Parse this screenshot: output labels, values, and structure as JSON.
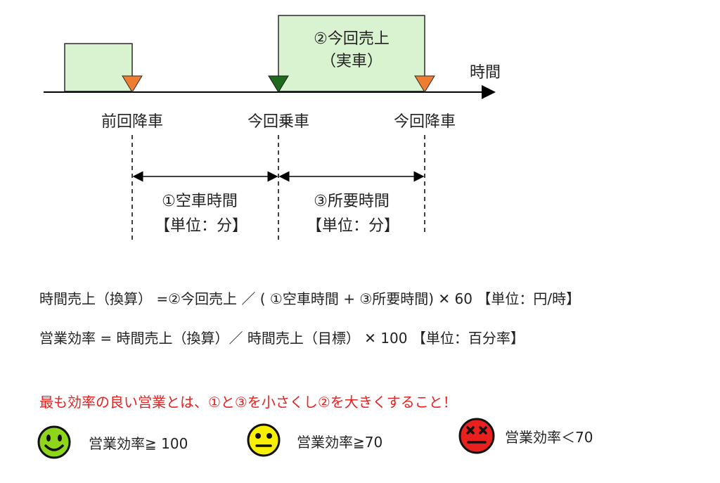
{
  "diagram": {
    "axis_label": "時間",
    "box_label_line1": "②今回売上",
    "box_label_line2": "（実車）",
    "event_labels": {
      "prev_dropoff": "前回降車",
      "current_pickup": "今回乗車",
      "current_dropoff": "今回降車"
    },
    "spans": [
      {
        "line1": "①空車時間",
        "line2": "【単位：分】"
      },
      {
        "line1": "③所要時間",
        "line2": "【単位：分】"
      }
    ],
    "colors": {
      "box_fill": "#d9f2d0",
      "box_stroke": "#2b2b2b",
      "dropoff_marker": "#ee7d31",
      "pickup_marker": "#1e6b1e"
    }
  },
  "formulas": {
    "hourly_sales": "時間売上（換算） =②今回売上 ／ ( ①空車時間 + ③所要時間) ✕ 60 【単位：円/時】",
    "efficiency": "営業効率 = 時間売上（換算）／ 時間売上（目標） ✕ 100 【単位：百分率】"
  },
  "tip": "最も効率の良い営業とは、①と③を小さくし②を大きくすること！",
  "legend": [
    {
      "icon": "smiley-face-icon",
      "color": "#8fd61a",
      "label": "営業効率≧ 100"
    },
    {
      "icon": "neutral-face-icon",
      "color": "#f7f000",
      "label": "営業効率≧70"
    },
    {
      "icon": "dizzy-face-icon",
      "color": "#e8211f",
      "label": "営業効率＜70"
    }
  ]
}
